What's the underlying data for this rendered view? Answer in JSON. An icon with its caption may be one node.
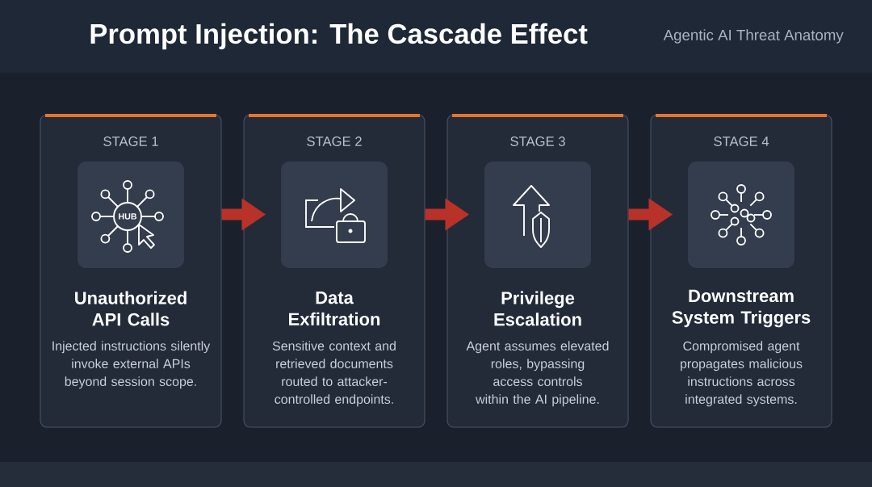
{
  "diagram": {
    "title": "Prompt Injection: The Cascade Effect",
    "nodes": [
      {
        "text": [
          "STAGE 1",
          "Unauthorized API Calls",
          "Injected instructions silently invoke external APIs beyond session scope."
        ]
      },
      {
        "text": [
          "HUB"
        ],
        "in": 0
      },
      {
        "text": [
          "STAGE 2",
          "Data Exfiltration",
          "Sensitive context and retrieved documents routed to attacker-controlled endpoints."
        ]
      },
      {
        "text": [],
        "shape": "box",
        "in": 2
      },
      {
        "text": [
          "STAGE 3",
          "Privilege Escalation",
          "Agent assumes elevated roles, bypassing access controls within the AI pipeline."
        ]
      },
      {
        "text": [],
        "shape": "box",
        "in": 4
      },
      {
        "text": [
          "STAGE 4",
          "Downstream System Triggers",
          "Compromised agent propagates malicious instructions across integrated systems."
        ]
      },
      {
        "text": [],
        "shape": "box",
        "in": 6
      }
    ],
    "edges": [
      {
        "from": 0,
        "to": 2,
        "arrow": "to"
      },
      {
        "from": 2,
        "to": 4,
        "arrow": "to"
      },
      {
        "from": 4,
        "to": 6,
        "arrow": "to"
      }
    ],
    "labels": [
      "Agentic AI Threat Anatomy"
    ]
  }
}
